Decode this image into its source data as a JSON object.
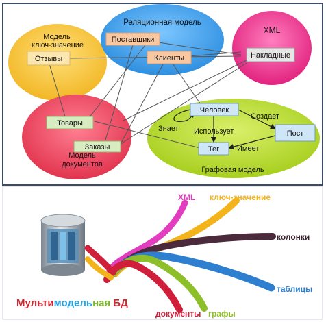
{
  "models": {
    "relational": {
      "title": "Реляционная модель",
      "color": "#3f9fe6",
      "boxes": [
        "Поставщики",
        "Клиенты"
      ]
    },
    "keyvalue": {
      "title_line1": "Модель",
      "title_line2": "ключ-значение",
      "color": "#f5c63a",
      "boxes": [
        "Отзывы"
      ]
    },
    "xml": {
      "title": "XML",
      "color": "#e8308c",
      "boxes": [
        "Накладные"
      ]
    },
    "documents": {
      "title_line1": "Модель",
      "title_line2": "документов",
      "color": "#ee4d6a",
      "boxes": [
        "Товары",
        "Заказы"
      ]
    },
    "graph": {
      "title": "Графовая модель",
      "color": "#b7d82f",
      "nodes": [
        "Человек",
        "Пост",
        "Тег"
      ],
      "edges": [
        "Создает",
        "Знает",
        "Использует",
        "Имеет"
      ]
    }
  },
  "box_colors": {
    "relational": "#f9c8a0",
    "keyvalue": "#fbe6b0",
    "xml": "#e6e6e6",
    "documents": "#d8ecc2",
    "graph": "#cfe6f7"
  },
  "strands": [
    {
      "label": "XML",
      "color": "#e23dbf"
    },
    {
      "label": "ключ-значение",
      "color": "#f3b31a"
    },
    {
      "label": "колонки",
      "color": "#4b2a3b"
    },
    {
      "label": "таблицы",
      "color": "#2f7fd0"
    },
    {
      "label": "документы",
      "color": "#cf1f3a"
    },
    {
      "label": "графы",
      "color": "#8cbf2a"
    }
  ],
  "title": {
    "part1": "Мульти",
    "part2": "модель",
    "part3": "ная",
    "part4": "БД",
    "color1": "#d4252e",
    "color2": "#2aa3e0",
    "color3": "#7bb52a",
    "color4": "#d4252e"
  }
}
